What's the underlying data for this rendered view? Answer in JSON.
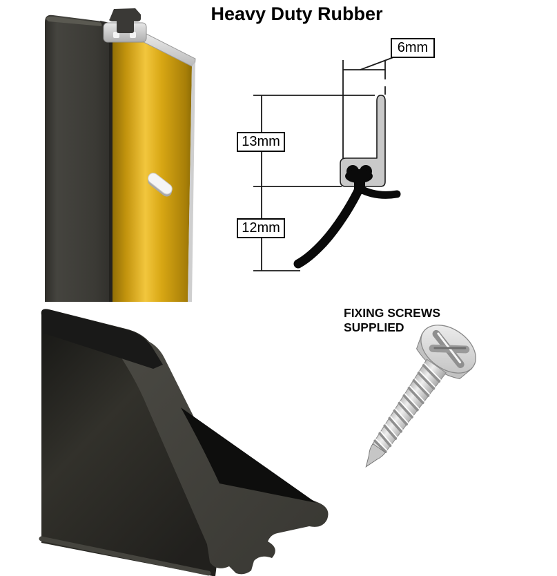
{
  "title": "Heavy Duty Rubber",
  "diagram": {
    "labels": {
      "width": "6mm",
      "upper_height": "13mm",
      "lower_height": "12mm"
    }
  },
  "fixing_note": {
    "line1": "FIXING SCREWS",
    "line2": "SUPPLIED"
  },
  "colors": {
    "background": "#ffffff",
    "text": "#000000",
    "gold_strip": "#d4a017",
    "gold_highlight": "#f2c63d",
    "rubber_dark": "#3a3936",
    "rubber_black": "#0a0a0a",
    "aluminium_silver": "#d6d6d6",
    "diagram_metal_gray": "#c9c9c9",
    "screw_silver": "#d9d9d9"
  },
  "figures": {
    "product_render": "rubber-and-gold-aluminium-door-seal",
    "cross_section": "dimensioned-cross-section-diagram",
    "closeup_render": "black-rubber-profile-closeup",
    "screw_render": "pan-head-fixing-screw"
  }
}
